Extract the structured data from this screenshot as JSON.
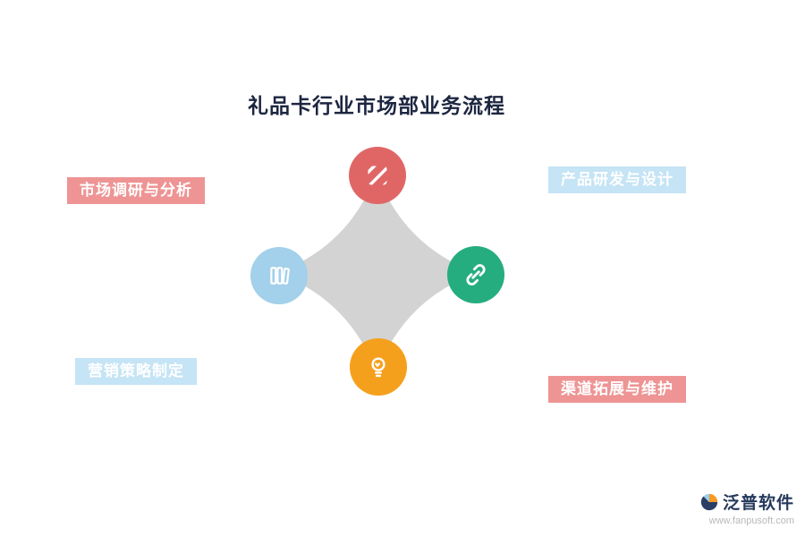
{
  "page": {
    "title": "礼品卡行业市场部业务流程"
  },
  "diagram": {
    "star_color": "#d3d3d3",
    "nodes": {
      "top": {
        "icon": "hatch-icon",
        "color": "#e06666"
      },
      "left": {
        "icon": "books-icon",
        "color": "#a3d0ea"
      },
      "right": {
        "icon": "link-icon",
        "color": "#25ad80"
      },
      "bottom": {
        "icon": "bulb-icon",
        "color": "#f5a01d"
      }
    },
    "labels": {
      "top_left": {
        "text": "市场调研与分析",
        "bg": "#ee9494"
      },
      "top_right": {
        "text": "产品研发与设计",
        "bg": "#c5e4f5"
      },
      "bottom_left": {
        "text": "营销策略制定",
        "bg": "#c5e4f5"
      },
      "bottom_right": {
        "text": "渠道拓展与维护",
        "bg": "#ee9494"
      }
    }
  },
  "footer": {
    "brand": "泛普软件",
    "website": "www.fanpusoft.com"
  }
}
